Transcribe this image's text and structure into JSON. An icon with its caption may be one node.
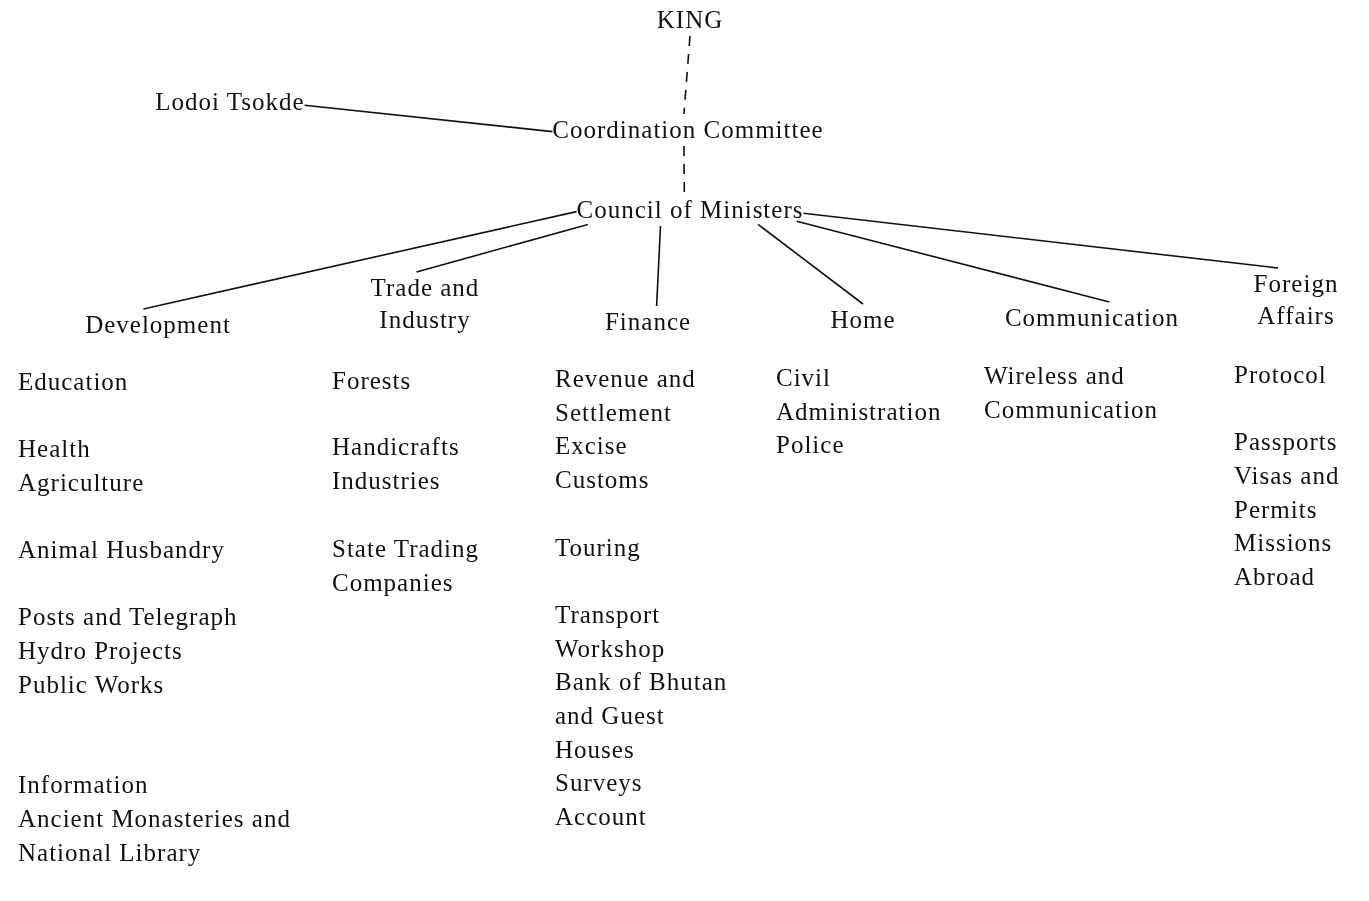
{
  "diagram": {
    "nodes": [
      {
        "text": [
          "KING"
        ]
      },
      {
        "text": [
          "Lodoi Tsokde"
        ]
      },
      {
        "text": [
          "Coordination Committee"
        ]
      },
      {
        "text": [
          "Council of Ministers"
        ]
      },
      {
        "text": [
          "Development"
        ]
      },
      {
        "text": [
          "Trade and Industry"
        ]
      },
      {
        "text": [
          "Finance"
        ]
      },
      {
        "text": [
          "Home"
        ]
      },
      {
        "text": [
          "Communication"
        ]
      },
      {
        "text": [
          "Foreign Affairs"
        ]
      }
    ],
    "edges": [
      {
        "from": 0,
        "to": 2,
        "arrow": "none",
        "style": "dashed"
      },
      {
        "from": 2,
        "to": 3,
        "arrow": "none",
        "style": "dashed"
      },
      {
        "from": 1,
        "to": 2,
        "arrow": "none"
      },
      {
        "from": 3,
        "to": 4,
        "arrow": "none"
      },
      {
        "from": 3,
        "to": 5,
        "arrow": "none"
      },
      {
        "from": 3,
        "to": 6,
        "arrow": "none"
      },
      {
        "from": 3,
        "to": 7,
        "arrow": "none"
      },
      {
        "from": 3,
        "to": 8,
        "arrow": "none"
      },
      {
        "from": 3,
        "to": 9,
        "arrow": "none"
      }
    ],
    "labels": [
      "Education",
      "Health",
      "Agriculture",
      "Animal Husbandry",
      "Posts and Telegraph",
      "Hydro Projects",
      "Public Works",
      "Information",
      "Ancient Monasteries and National Library",
      "Forests",
      "Handicrafts",
      "Industries",
      "State Trading Companies",
      "Revenue and Settlement",
      "Excise",
      "Customs",
      "Touring",
      "Transport Workshop",
      "Bank of Bhutan and Guest Houses",
      "Surveys",
      "Account",
      "Civil Administration",
      "Police",
      "Wireless and Communication",
      "Protocol",
      "Passports",
      "Visas and Permits",
      "Missions Abroad"
    ]
  }
}
